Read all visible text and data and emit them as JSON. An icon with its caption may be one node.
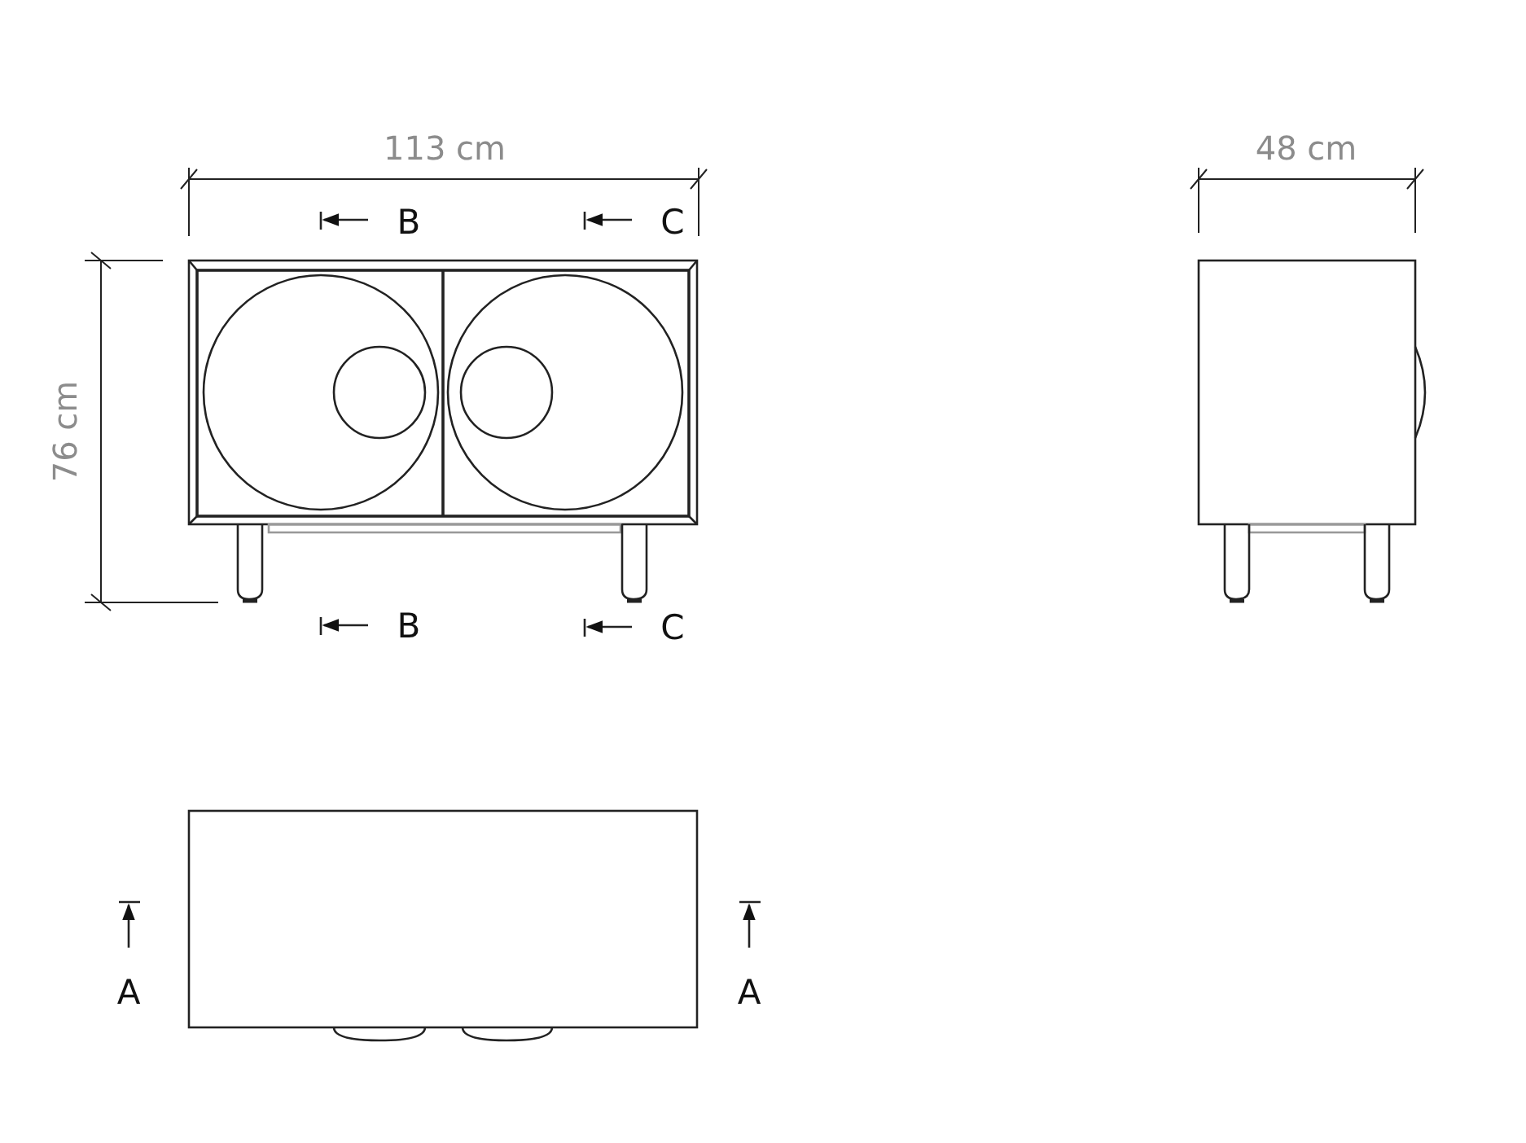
{
  "diagram": {
    "labels": [
      "113 cm",
      "48 cm",
      "B",
      "C",
      "76 cm",
      "B",
      "C",
      "A",
      "A"
    ]
  }
}
